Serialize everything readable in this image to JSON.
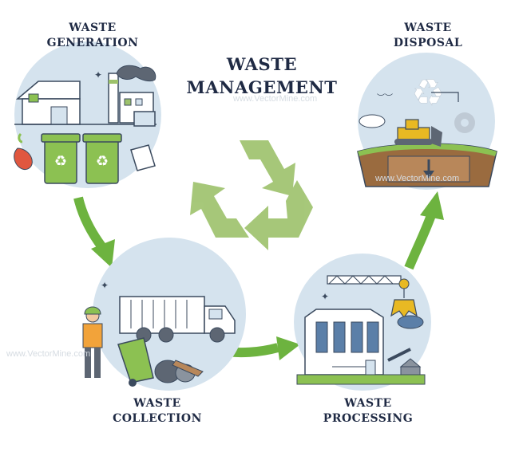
{
  "title_line1": "WASTE",
  "title_line2": "MANAGEMENT",
  "stages": {
    "generation": {
      "line1": "WASTE",
      "line2": "GENERATION"
    },
    "disposal": {
      "line1": "WASTE",
      "line2": "DISPOSAL"
    },
    "collection": {
      "line1": "WASTE",
      "line2": "COLLECTION"
    },
    "processing": {
      "line1": "WASTE",
      "line2": "PROCESSING"
    }
  },
  "watermarks": [
    "www.VectorMine.com",
    "www.VectorMine.com",
    "www.VectorMine.com"
  ],
  "colors": {
    "circle": "#d5e3ee",
    "recycle_green": "#9dc26b",
    "arrow_green": "#6db33f",
    "bin_green": "#8cc152",
    "outline": "#3b4a5e",
    "title": "#1f2a44"
  }
}
